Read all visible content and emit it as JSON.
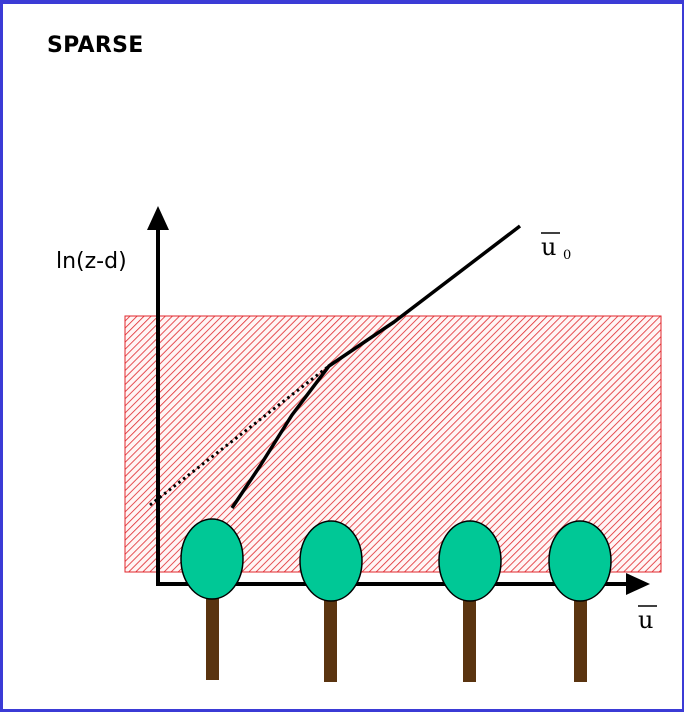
{
  "title": "SPARSE",
  "y_axis_label": "ln(z-d)",
  "x_axis_label": "u",
  "profile_label": "u",
  "profile_label_subscript": "0",
  "colors": {
    "border": "#3b3bd6",
    "canopy_hatch": "#e0262b",
    "tree_crown": "#00c896",
    "tree_trunk": "#5a3410",
    "line": "#000000"
  },
  "tree_count": 4
}
